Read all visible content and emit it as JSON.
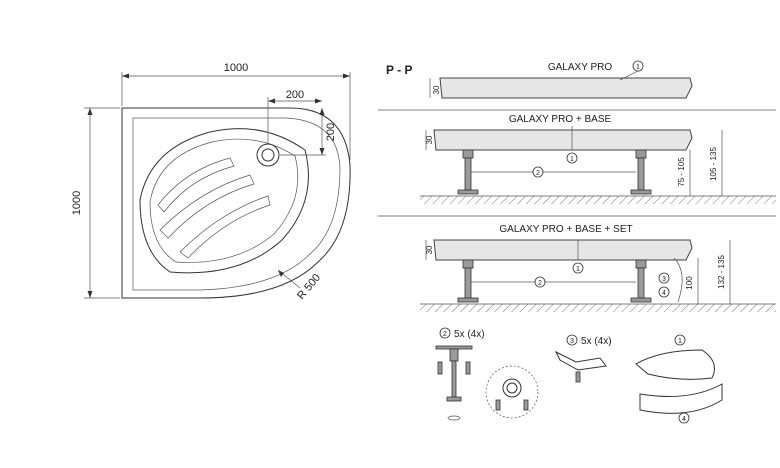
{
  "plan": {
    "width_label": "1000",
    "height_label": "1000",
    "offset_x_label": "200",
    "offset_y_label": "200",
    "radius_label": "R 500"
  },
  "section_label": "P - P",
  "views": [
    {
      "title": "GALAXY PRO",
      "num": "1",
      "dims": [
        "30"
      ]
    },
    {
      "title": "GALAXY PRO + BASE",
      "num1": "1",
      "num2": "2",
      "dims": [
        "30",
        "75 - 105",
        "105 - 135"
      ]
    },
    {
      "title": "GALAXY PRO + BASE + SET",
      "num1": "1",
      "num2": "2",
      "num3": "3",
      "num4": "4",
      "dims": [
        "30",
        "100",
        "132 - 135"
      ]
    }
  ],
  "parts": {
    "p2": {
      "num": "2",
      "qty": "5x (4x)"
    },
    "p3": {
      "num": "3",
      "qty": "5x (4x)"
    },
    "p1": {
      "num": "1"
    },
    "p4": {
      "num": "4"
    }
  }
}
